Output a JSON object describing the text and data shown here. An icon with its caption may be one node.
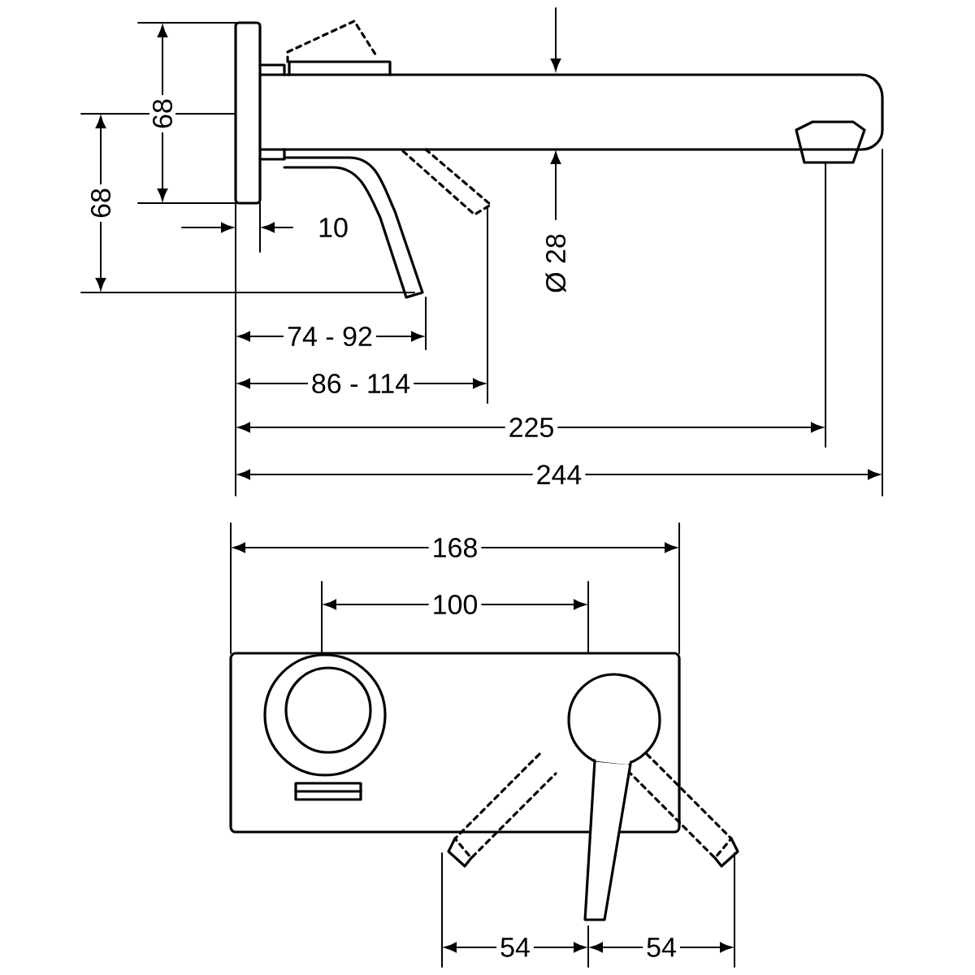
{
  "diagram": {
    "labels": [
      "68",
      "68",
      "10",
      "Ø 28",
      "74 - 92",
      "86 - 114",
      "225",
      "244",
      "168",
      "100",
      "54",
      "54"
    ]
  }
}
